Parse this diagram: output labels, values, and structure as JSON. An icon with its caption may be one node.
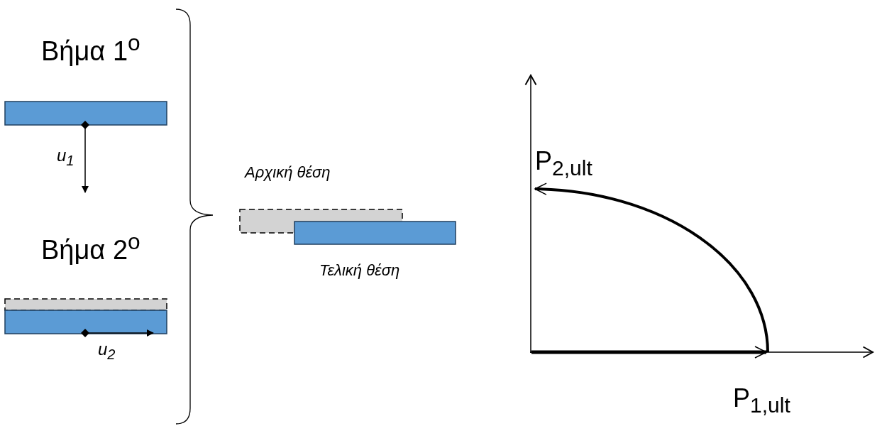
{
  "diagram": {
    "labels": [
      "Βήμα 1$^{ο}$",
      "u$_{1}$",
      "Βήμα 2$^{ο}$",
      "u$_{2}$",
      "Αρχική θέση",
      "Τελική θέση",
      "P$_{2,ult}$",
      "P$_{1,ult}$"
    ]
  }
}
